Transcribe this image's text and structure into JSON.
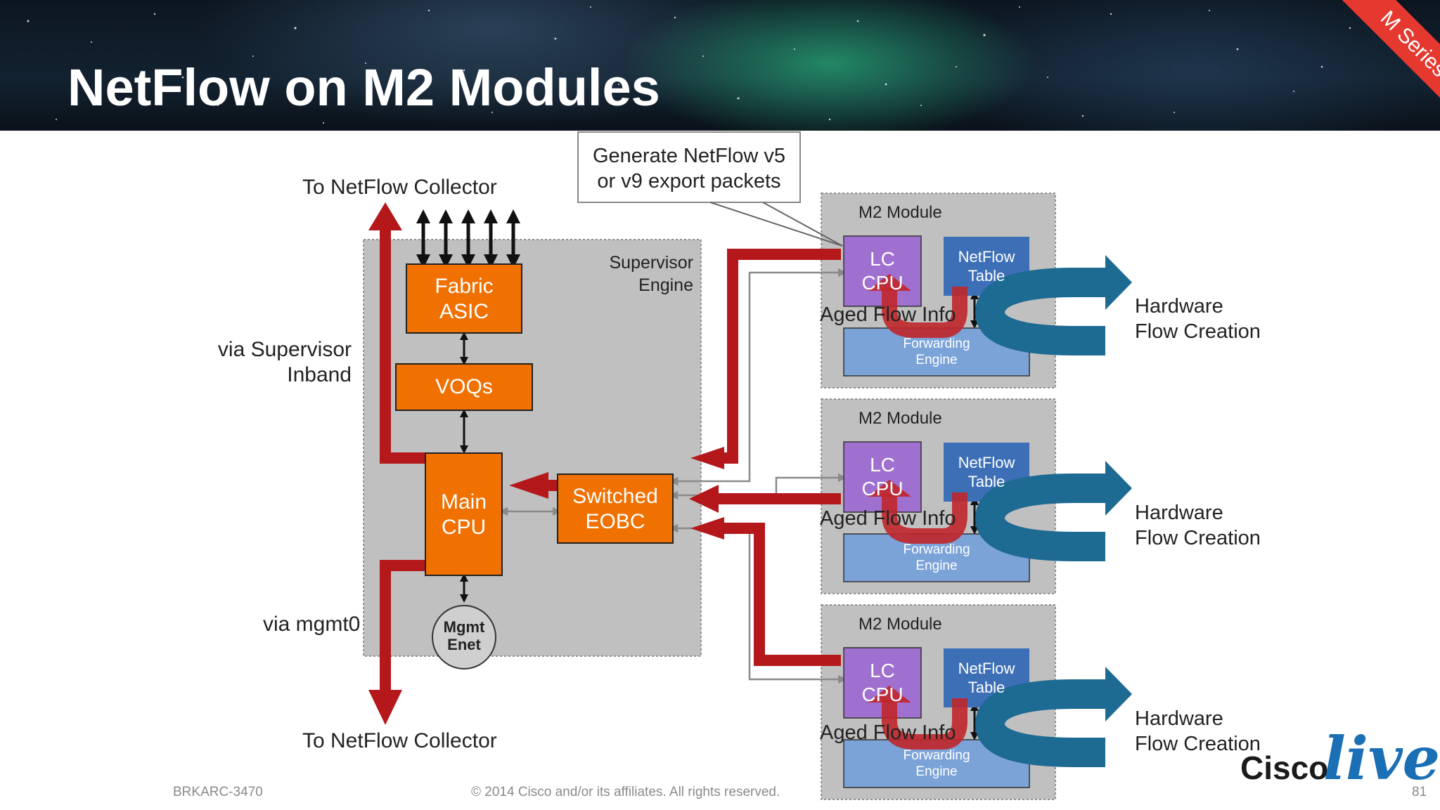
{
  "slide": {
    "title": "NetFlow on M2 Modules",
    "series_tag": "M Series",
    "footer_code": "BRKARC-3470",
    "footer_copyright": "© 2014 Cisco and/or its affiliates. All rights reserved.",
    "page_number": "81",
    "logo_word1": "Cisco",
    "logo_word2": "live!"
  },
  "supervisor": {
    "label": "Supervisor\nEngine",
    "fabric": "Fabric\nASIC",
    "voqs": "VOQs",
    "main_cpu": "Main\nCPU",
    "eobc": "Switched\nEOBC",
    "mgmt": "Mgmt\nEnet"
  },
  "labels": {
    "collector_top": "To NetFlow Collector",
    "collector_bottom": "To NetFlow Collector",
    "via_inband": "via Supervisor\nInband",
    "via_mgmt0": "via mgmt0",
    "callout": "Generate NetFlow v5\nor v9 export packets"
  },
  "modules": [
    {
      "title": "M2 Module",
      "cpu": "LC\nCPU",
      "table": "NetFlow\nTable",
      "aged": "Aged Flow Info",
      "fwd": "Forwarding\nEngine",
      "side": "Hardware\nFlow Creation"
    },
    {
      "title": "M2 Module",
      "cpu": "LC\nCPU",
      "table": "NetFlow\nTable",
      "aged": "Aged Flow Info",
      "fwd": "Forwarding\nEngine",
      "side": "Hardware\nFlow Creation"
    },
    {
      "title": "M2 Module",
      "cpu": "LC\nCPU",
      "table": "NetFlow\nTable",
      "aged": "Aged Flow Info",
      "fwd": "Forwarding\nEngine",
      "side": "Hardware\nFlow Creation"
    }
  ],
  "colors": {
    "orange": "#f07000",
    "purple": "#a070d0",
    "blue_table": "#3d6fb6",
    "fwd_blue": "#7ba3d8",
    "teal_arrow": "#1d6a93",
    "red_arrow": "#b5181b",
    "gray_panel": "#c0c0c0"
  }
}
